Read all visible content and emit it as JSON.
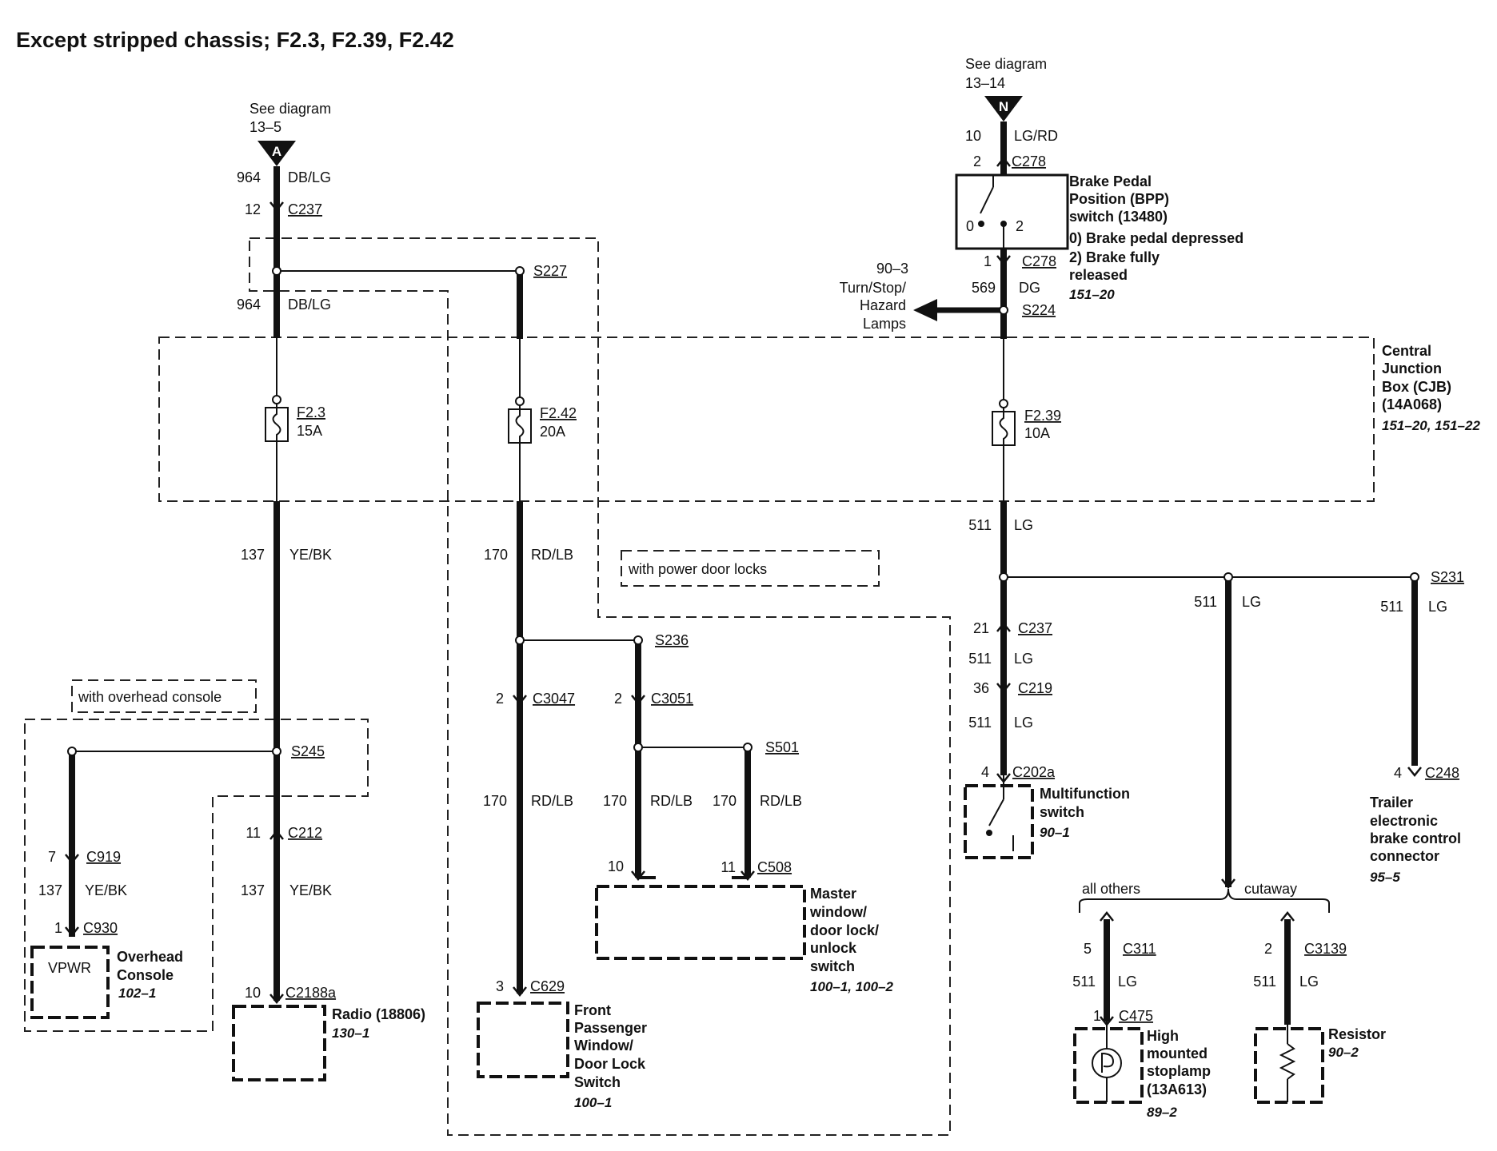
{
  "title": "Except stripped chassis; F2.3, F2.39, F2.42",
  "refs": {
    "a": {
      "line1": "See diagram",
      "line2": "13–5",
      "letter": "A"
    },
    "n": {
      "line1": "See diagram",
      "line2": "13–14",
      "letter": "N"
    }
  },
  "cjb": {
    "l1": "Central",
    "l2": "Junction",
    "l3": "Box (CJB)",
    "l4": "(14A068)",
    "page": "151–20, 151–22"
  },
  "fuses": [
    {
      "id": "F2.3",
      "rating": "15A"
    },
    {
      "id": "F2.42",
      "rating": "20A"
    },
    {
      "id": "F2.39",
      "rating": "10A"
    }
  ],
  "bpp": {
    "l1": "Brake Pedal",
    "l2": "Position (BPP)",
    "l3": "switch (13480)",
    "l4": "0) Brake pedal depressed",
    "l5": "2) Brake fully",
    "l6": "released",
    "page": "151–20",
    "pos0": "0",
    "pos2": "2"
  },
  "turn": {
    "l1": "90–3",
    "l2": "Turn/Stop/",
    "l3": "Hazard",
    "l4": "Lamps"
  },
  "options": {
    "power_locks": "with power door locks",
    "overhead": "with overhead console"
  },
  "split": {
    "left": "all others",
    "right": "cutaway"
  },
  "wires": {
    "a964a": {
      "num": "964",
      "color": "DB/LG"
    },
    "a964b": {
      "num": "964",
      "color": "DB/LG"
    },
    "a137a": {
      "num": "137",
      "color": "YE/BK"
    },
    "a137b": {
      "num": "137",
      "color": "YE/BK"
    },
    "a137c": {
      "num": "137",
      "color": "YE/BK"
    },
    "b170a": {
      "num": "170",
      "color": "RD/LB"
    },
    "b170b": {
      "num": "170",
      "color": "RD/LB"
    },
    "b170c": {
      "num": "170",
      "color": "RD/LB"
    },
    "b170d": {
      "num": "170",
      "color": "RD/LB"
    },
    "n10": {
      "num": "10",
      "color": "LG/RD"
    },
    "n569": {
      "num": "569",
      "color": "DG"
    },
    "n511a": {
      "num": "511",
      "color": "LG"
    },
    "n511b": {
      "num": "511",
      "color": "LG"
    },
    "n511c": {
      "num": "511",
      "color": "LG"
    },
    "n511d": {
      "num": "511",
      "color": "LG"
    },
    "n511e": {
      "num": "511",
      "color": "LG"
    },
    "n511f": {
      "num": "511",
      "color": "LG"
    },
    "n511g": {
      "num": "511",
      "color": "LG"
    }
  },
  "splices": {
    "s227": "S227",
    "s224": "S224",
    "s236": "S236",
    "s501": "S501",
    "s245": "S245",
    "s231": "S231"
  },
  "connectors": {
    "c237a": {
      "pin": "12",
      "id": "C237"
    },
    "c278a": {
      "pin": "2",
      "id": "C278"
    },
    "c278b": {
      "pin": "1",
      "id": "C278"
    },
    "c3047": {
      "pin": "2",
      "id": "C3047"
    },
    "c3051": {
      "pin": "2",
      "id": "C3051"
    },
    "c237b": {
      "pin": "21",
      "id": "C237"
    },
    "c219": {
      "pin": "36",
      "id": "C219"
    },
    "c202a": {
      "pin": "4",
      "id": "C202a"
    },
    "c248": {
      "pin": "4",
      "id": "C248"
    },
    "c919": {
      "pin": "7",
      "id": "C919"
    },
    "c930": {
      "pin": "1",
      "id": "C930"
    },
    "c212": {
      "pin": "11",
      "id": "C212"
    },
    "c2188a": {
      "pin": "10",
      "id": "C2188a"
    },
    "c508a": {
      "pin": "10",
      "id": ""
    },
    "c508b": {
      "pin": "11",
      "id": "C508"
    },
    "c629": {
      "pin": "3",
      "id": "C629"
    },
    "c311": {
      "pin": "5",
      "id": "C311"
    },
    "c475": {
      "pin": "1",
      "id": "C475"
    },
    "c3139": {
      "pin": "2",
      "id": "C3139"
    }
  },
  "components": {
    "overhead": {
      "box": "VPWR",
      "l1": "Overhead",
      "l2": "Console",
      "page": "102–1"
    },
    "radio": {
      "l1": "Radio (18806)",
      "page": "130–1"
    },
    "front": {
      "l1": "Front",
      "l2": "Passenger",
      "l3": "Window/",
      "l4": "Door Lock",
      "l5": "Switch",
      "page": "100–1"
    },
    "master": {
      "l1": "Master",
      "l2": "window/",
      "l3": "door lock/",
      "l4": "unlock",
      "l5": "switch",
      "page": "100–1, 100–2"
    },
    "multifunction": {
      "l1": "Multifunction",
      "l2": "switch",
      "page": "90–1"
    },
    "trailer": {
      "l1": "Trailer",
      "l2": "electronic",
      "l3": "brake control",
      "l4": "connector",
      "page": "95–5"
    },
    "stoplamp": {
      "l1": "High",
      "l2": "mounted",
      "l3": "stoplamp",
      "l4": "(13A613)",
      "page": "89–2"
    },
    "resistor": {
      "l1": "Resistor",
      "page": "90–2"
    }
  }
}
